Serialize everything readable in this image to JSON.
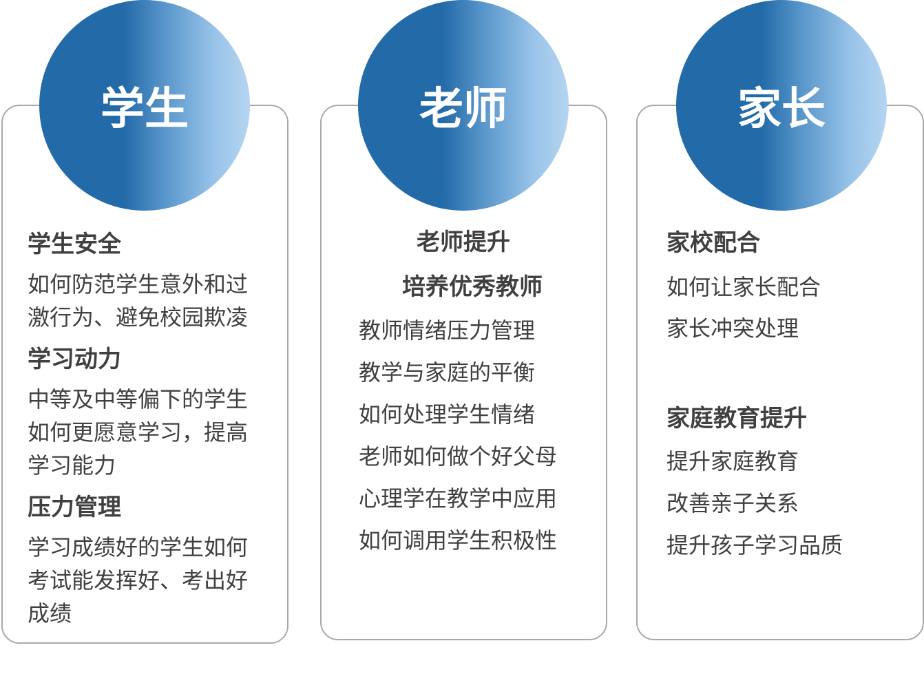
{
  "students": {
    "title": "学生",
    "sections": [
      {
        "heading": "学生安全",
        "lines": [
          "如何防范学生意外和过",
          "激行为、避免校园欺凌"
        ]
      },
      {
        "heading": "学习动力",
        "lines": [
          "中等及中等偏下的学生",
          "如何更愿意学习，提高",
          "学习能力"
        ]
      },
      {
        "heading": "压力管理",
        "lines": [
          "学习成绩好的学生如何",
          "考试能发挥好、考出好",
          "成绩"
        ]
      }
    ]
  },
  "teachers": {
    "title": "老师",
    "heading1": "老师提升",
    "heading2": "培养优秀教师",
    "items": [
      "教师情绪压力管理",
      "教学与家庭的平衡",
      "如何处理学生情绪",
      "老师如何做个好父母",
      "心理学在教学中应用",
      "如何调用学生积极性"
    ]
  },
  "parents": {
    "title": "家长",
    "sections": [
      {
        "heading": "家校配合",
        "items": [
          "如何让家长配合",
          "家长冲突处理"
        ]
      },
      {
        "heading": "家庭教育提升",
        "items": [
          "提升家庭教育",
          "改善亲子关系",
          "提升孩子学习品质"
        ]
      }
    ]
  }
}
